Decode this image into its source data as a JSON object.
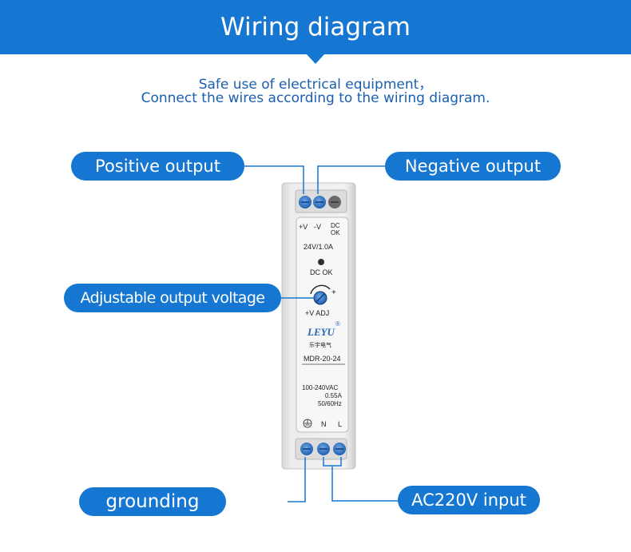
{
  "header": {
    "title": "Wiring diagram"
  },
  "subtitle": {
    "line1": "Safe use of electrical equipment，",
    "line2": "Connect the wires according to the wiring diagram."
  },
  "labels": {
    "positive_output": "Positive output",
    "negative_output": "Negative output",
    "adjustable_output_voltage": "Adjustable output voltage",
    "grounding": "grounding",
    "ac_input": "AC220V input"
  },
  "device": {
    "term_plus": "+V",
    "term_minus": "-V",
    "term_dc": "DC",
    "term_ok": "OK",
    "rating": "24V/1.0A",
    "led_label": "DC OK",
    "adj_plus": "+",
    "adj_label": "+V  ADJ",
    "brand": "LEYU",
    "brand_mark": "®",
    "brand_cn": "乐宇电气",
    "model": "MDR-20-24",
    "input_voltage": "100-240VAC",
    "input_current": "0.55A",
    "input_freq": "50/60Hz",
    "term_n": "N",
    "term_l": "L"
  },
  "colors": {
    "accent": "#1577d2",
    "subtitle": "#1a5fae",
    "terminal": "#2a72c8"
  }
}
